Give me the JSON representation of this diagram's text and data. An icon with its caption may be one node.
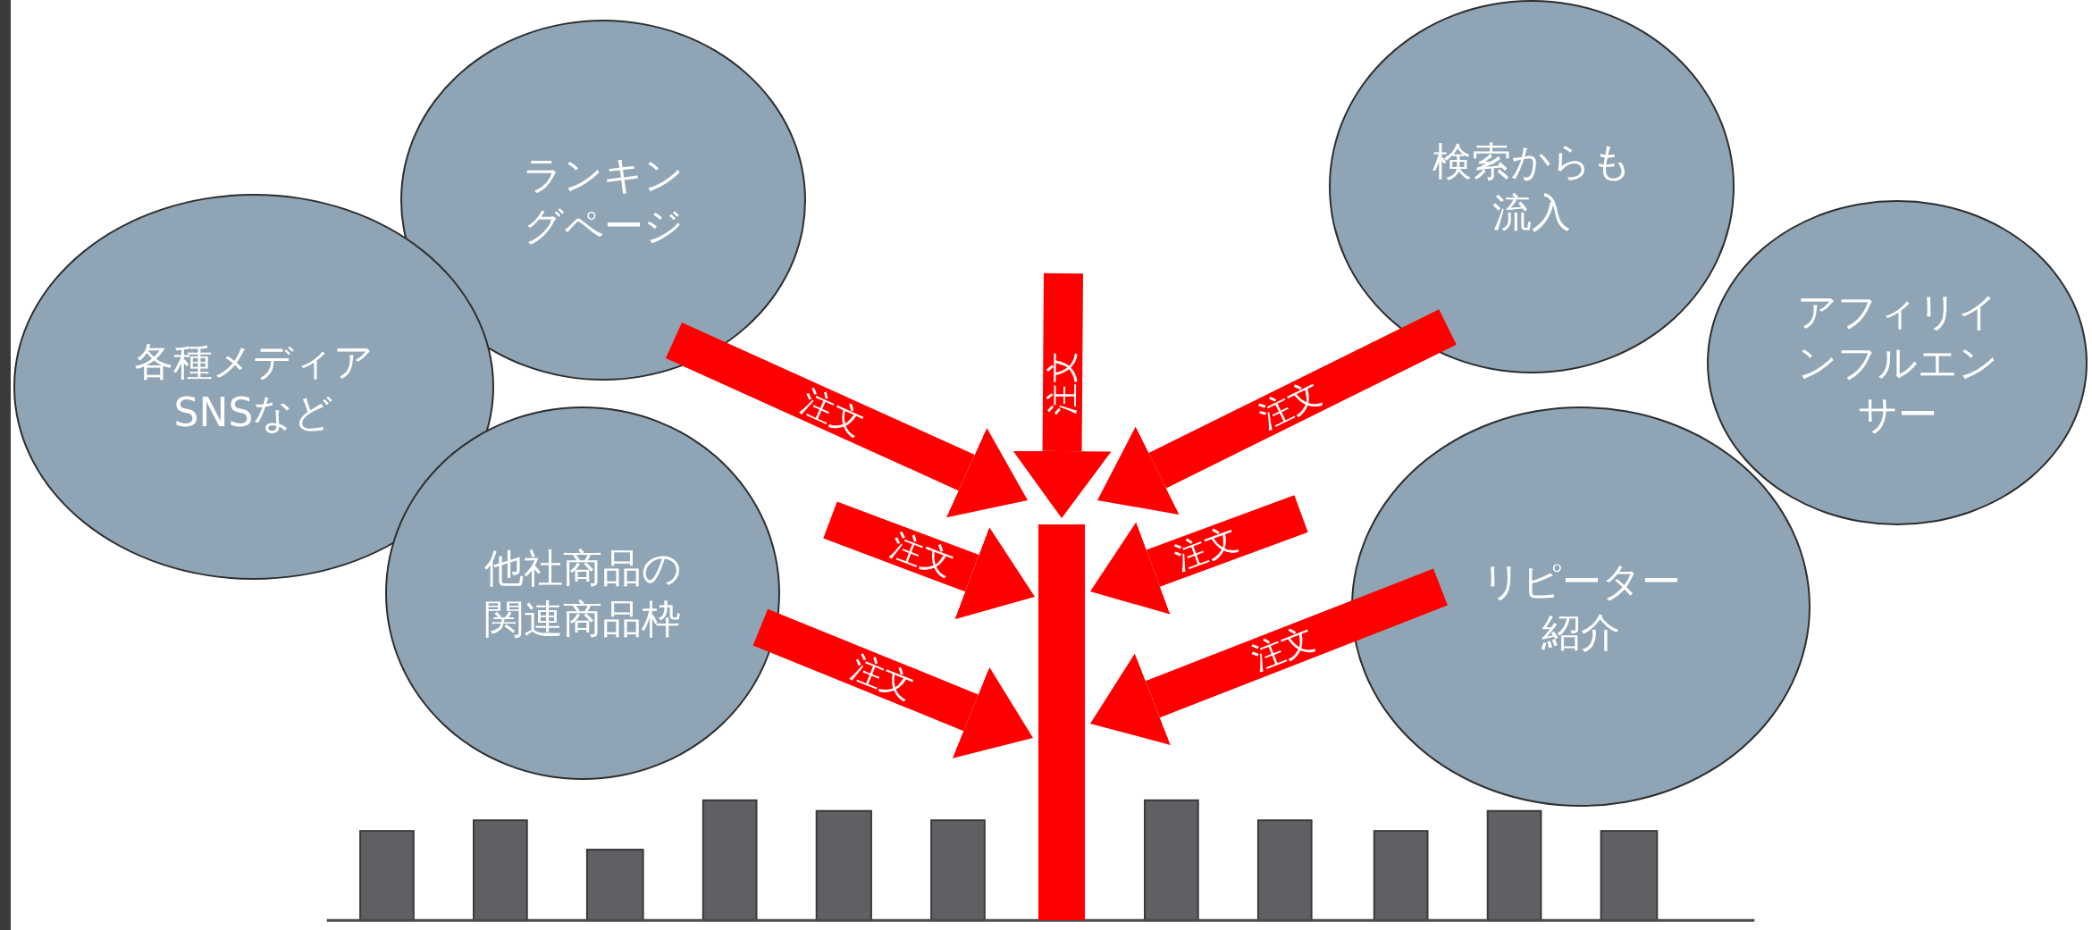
{
  "diagram": {
    "nodes": [
      {
        "text": [
          "ランキングページ"
        ]
      },
      {
        "text": [
          "各種メディアSNSなど"
        ]
      },
      {
        "text": [
          "他社商品の関連商品枠"
        ]
      },
      {
        "text": [
          "検索からも流入"
        ]
      },
      {
        "text": [
          "アフィリインフルエンサー"
        ]
      },
      {
        "text": [
          "リピーター紹介"
        ]
      },
      {
        "text": [],
        "shape": "bar"
      }
    ],
    "edges": [
      {
        "from": 0,
        "to": 6,
        "arrow": "to",
        "label": "注文"
      },
      {
        "from": null,
        "to": 6,
        "arrow": "to",
        "label": "注文"
      },
      {
        "from": 3,
        "to": 6,
        "arrow": "to",
        "label": "注文"
      },
      {
        "from": null,
        "to": 6,
        "arrow": "to",
        "label": "注文"
      },
      {
        "from": null,
        "to": 6,
        "arrow": "to",
        "label": "注文"
      },
      {
        "from": 2,
        "to": 6,
        "arrow": "to",
        "label": "注文"
      },
      {
        "from": 5,
        "to": 6,
        "arrow": "to",
        "label": "注文"
      }
    ]
  }
}
